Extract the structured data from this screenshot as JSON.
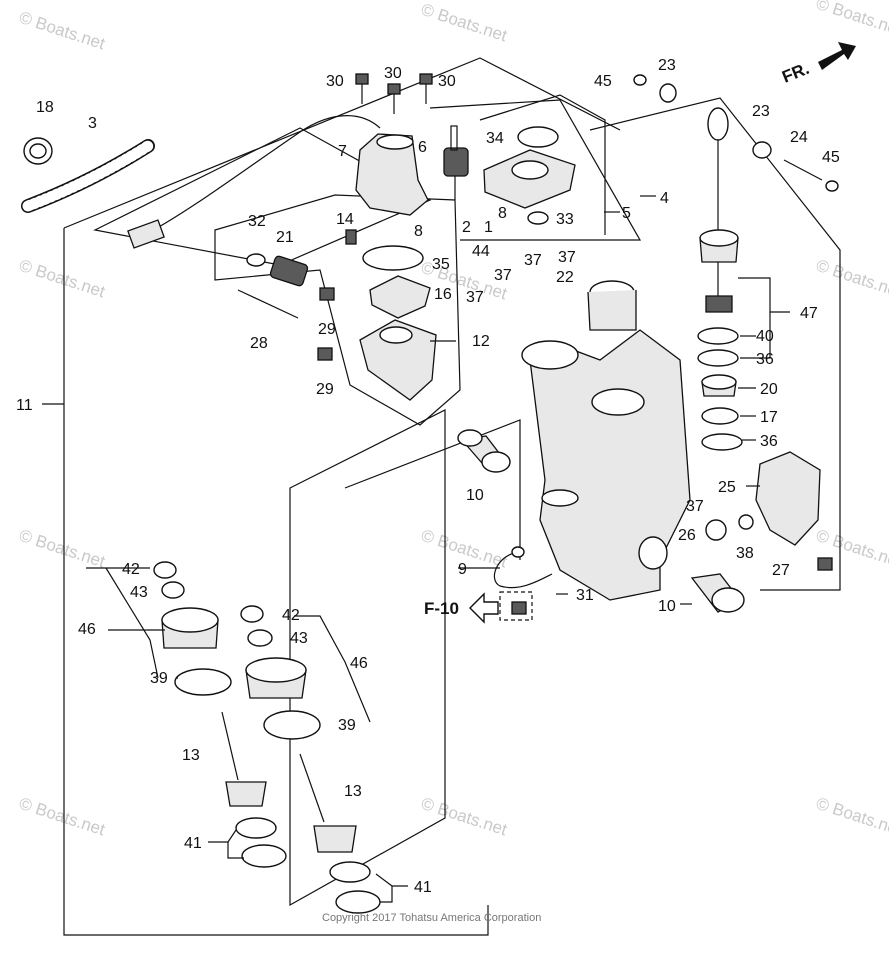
{
  "watermark": "© Boats.net",
  "copyright": "Copyright 2017 Tohatsu America Corporation",
  "front_marker": "FR.",
  "ref_marker": "F-10",
  "callouts": {
    "c1": "1",
    "c2": "2",
    "c3": "3",
    "c4": "4",
    "c5": "5",
    "c6": "6",
    "c7": "7",
    "c8a": "8",
    "c8b": "8",
    "c9": "9",
    "c10a": "10",
    "c10b": "10",
    "c11": "11",
    "c12": "12",
    "c13a": "13",
    "c13b": "13",
    "c14": "14",
    "c16": "16",
    "c17": "17",
    "c18": "18",
    "c20": "20",
    "c21": "21",
    "c22": "22",
    "c23a": "23",
    "c23b": "23",
    "c24": "24",
    "c25": "25",
    "c26": "26",
    "c27": "27",
    "c28": "28",
    "c29a": "29",
    "c29b": "29",
    "c30a": "30",
    "c30b": "30",
    "c30c": "30",
    "c31": "31",
    "c32": "32",
    "c33": "33",
    "c34": "34",
    "c35": "35",
    "c36a": "36",
    "c36b": "36",
    "c37a": "37",
    "c37b": "37",
    "c37c": "37",
    "c37d": "37",
    "c37e": "37",
    "c38": "38",
    "c39a": "39",
    "c39b": "39",
    "c40": "40",
    "c41a": "41",
    "c41b": "41",
    "c42a": "42",
    "c42b": "42",
    "c43a": "43",
    "c43b": "43",
    "c44": "44",
    "c45a": "45",
    "c45b": "45",
    "c46a": "46",
    "c46b": "46",
    "c47": "47"
  }
}
